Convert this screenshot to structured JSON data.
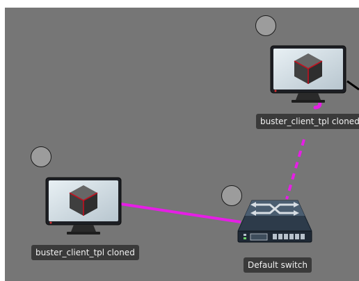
{
  "topology": {
    "nodes": [
      {
        "label": "buster_client_tpl cloned",
        "type": "monitor-icon"
      },
      {
        "label": "buster_client_tpl cloned",
        "type": "monitor-icon"
      },
      {
        "label": "Default switch",
        "type": "switch-icon"
      }
    ],
    "links": [
      {
        "from": "buster_client_tpl cloned (left)",
        "to": "Default switch",
        "style": "solid",
        "color": "#e61ee6"
      },
      {
        "from": "buster_client_tpl cloned (right)",
        "to": "Default switch",
        "style": "dashed",
        "color": "#e61ee6"
      },
      {
        "from": "buster_client_tpl cloned (right)",
        "to": "off-canvas",
        "style": "solid",
        "color": "#000000"
      }
    ],
    "colors": {
      "canvas_bg": "#767676",
      "link_magenta": "#e61ee6",
      "label_bg": "#323232"
    }
  }
}
